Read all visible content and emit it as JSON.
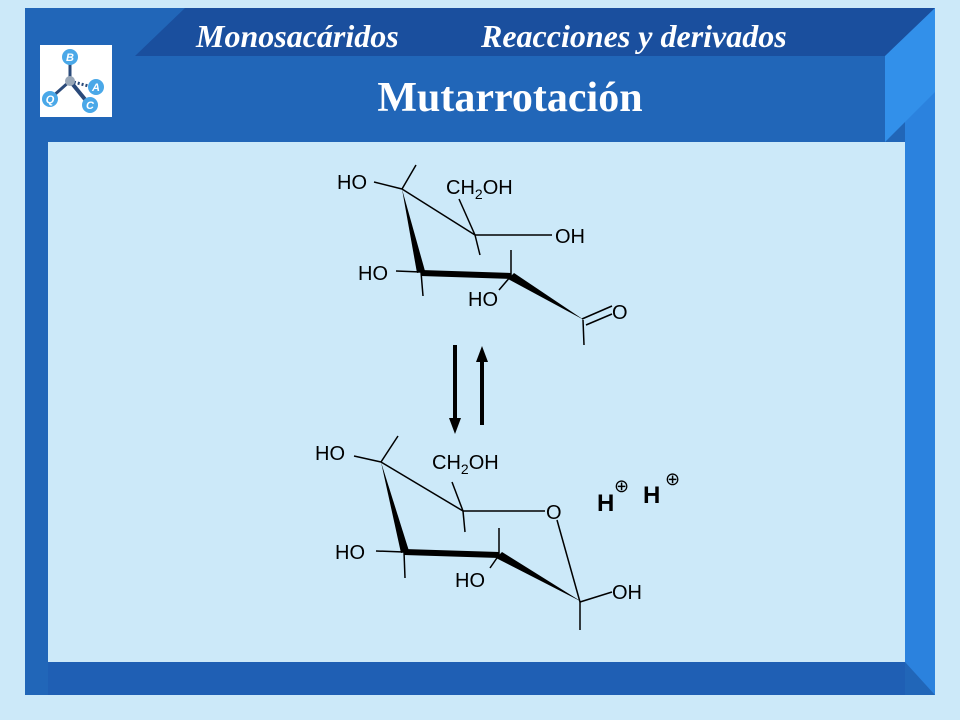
{
  "header": {
    "section_1": "Monosacáridos",
    "section_2": "Reacciones y derivados",
    "title": "Mutarrotación"
  },
  "logo": {
    "letters": [
      "B",
      "A",
      "C",
      "Q"
    ]
  },
  "open_chain": {
    "ho_top": "HO",
    "ch2oh_ch": "CH",
    "ch2oh_sub": "2",
    "ch2oh_oh": "OH",
    "oh_right": "OH",
    "ho_left": "HO",
    "ho_lower": "HO",
    "carbonyl_o": "O"
  },
  "ring": {
    "ho_top": "HO",
    "ch2oh_ch": "CH",
    "ch2oh_sub": "2",
    "ch2oh_oh": "OH",
    "ring_o": "O",
    "ho_left": "HO",
    "ho_lower": "HO",
    "oh_anomeric": "OH"
  },
  "protons": {
    "h1": "H",
    "h2": "H",
    "charge_symbol": "⊕"
  },
  "colors": {
    "background": "#cce9f9",
    "frame_blue": "#1f5fb4",
    "frame_light": "#2f86e0",
    "header_dark": "#1c4a98"
  }
}
